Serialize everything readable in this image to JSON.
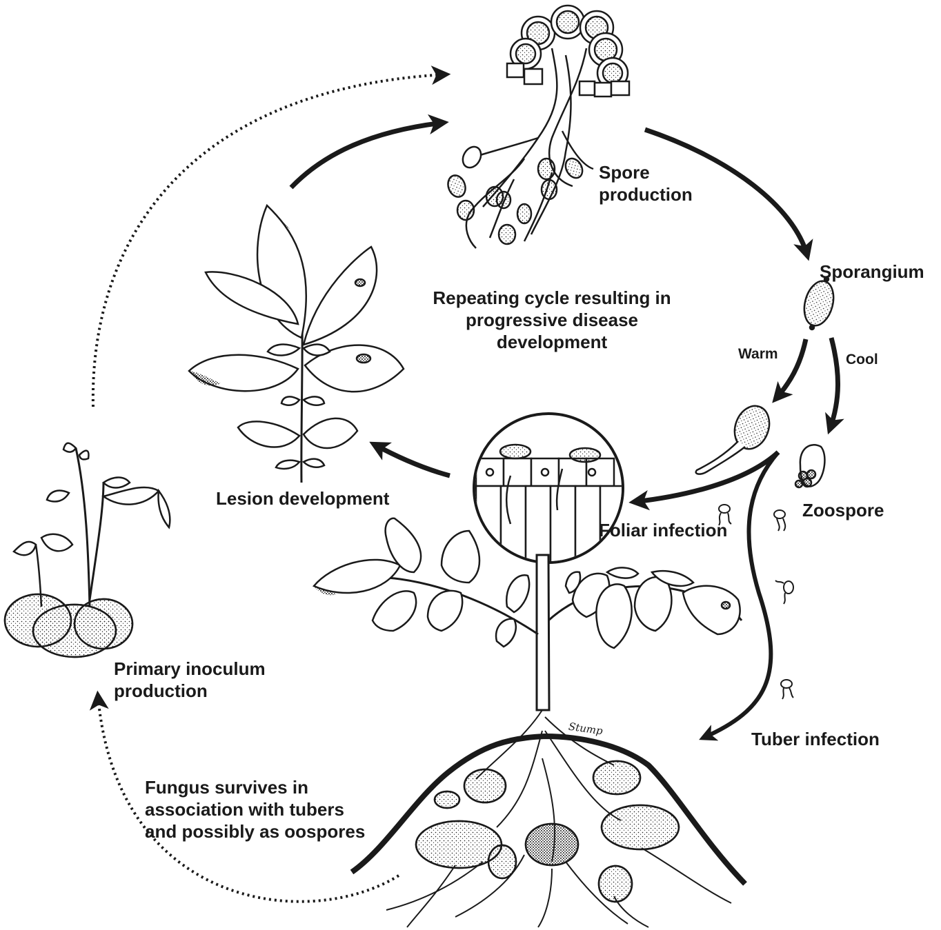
{
  "labels": {
    "spore_production": [
      "Spore",
      "production"
    ],
    "sporangium": "Sporangium",
    "repeating_cycle": [
      "Repeating cycle resulting in",
      "progressive disease",
      "development"
    ],
    "warm": "Warm",
    "cool": "Cool",
    "zoospore": "Zoospore",
    "lesion_development": "Lesion development",
    "foliar_infection": "Foliar infection",
    "primary_inoculum": [
      "Primary inoculum",
      "production"
    ],
    "tuber_infection": "Tuber infection",
    "fungus_survives": [
      "Fungus survives in",
      "association with tubers",
      "and possibly as oospores"
    ],
    "stump": "Stump"
  },
  "colors": {
    "ink": "#1a1a1a",
    "background": "#ffffff",
    "fill": "#ffffff"
  },
  "icons": [
    "arrow-head",
    "dotted-arrow",
    "sporangium-cell",
    "zoospore",
    "potato-tuber",
    "potato-leaf",
    "microscope-inset"
  ]
}
